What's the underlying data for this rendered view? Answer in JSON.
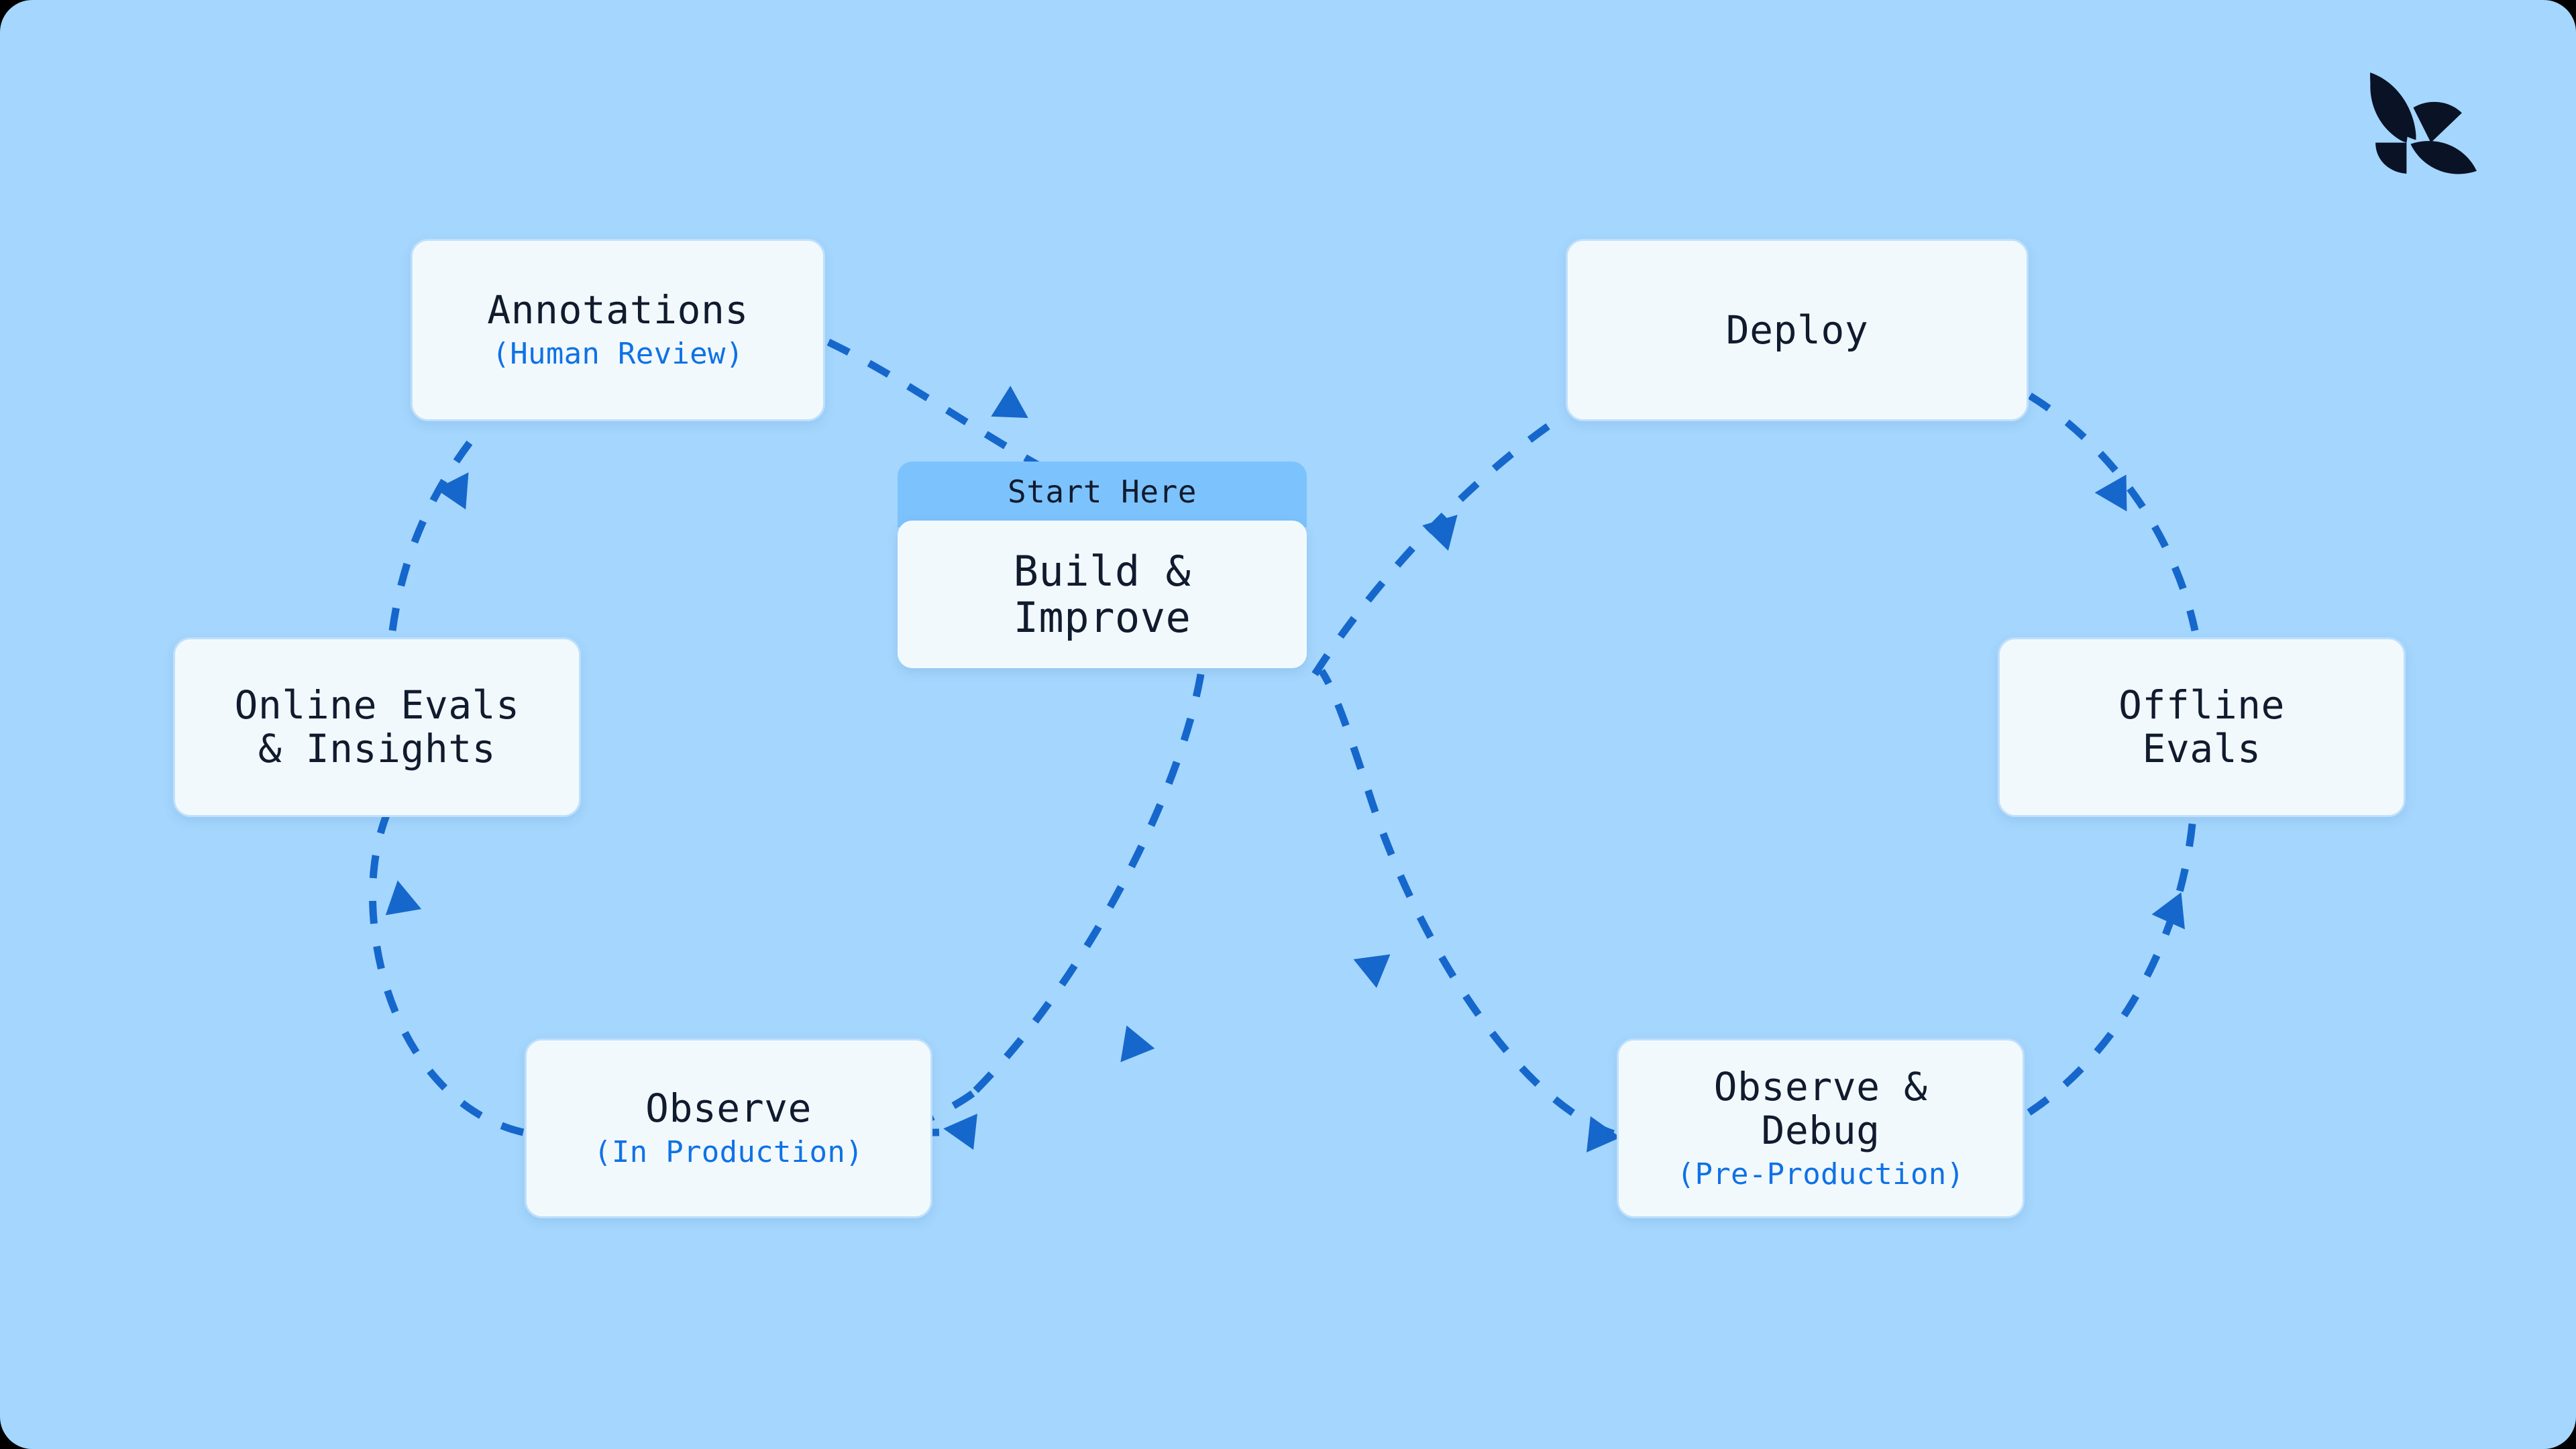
{
  "colors": {
    "canvas_background": "#a5d6fd",
    "card_fill": "#f2f9fd",
    "card_border": "#bfe0fb",
    "accent_blue": "#0f72e5",
    "arrow_blue": "#1667cc",
    "tab_blue": "#7cc3fd",
    "text_dark": "#111b2e",
    "logo_dark": "#0a1226"
  },
  "logo": {
    "name": "arize-phoenix-logo"
  },
  "start_here": {
    "label": "Start Here"
  },
  "nodes": {
    "build": {
      "title": "Build &\nImprove"
    },
    "annotations": {
      "title": "Annotations",
      "sub": "(Human Review)"
    },
    "online_evals": {
      "title": "Online Evals\n& Insights",
      "sub": ""
    },
    "observe_production": {
      "title": "Observe",
      "sub": "(In Production)"
    },
    "deploy": {
      "title": "Deploy",
      "sub": ""
    },
    "offline_evals": {
      "title": "Offline\nEvals",
      "sub": ""
    },
    "observe_debug": {
      "title": "Observe &\nDebug",
      "sub": "(Pre-Production)"
    }
  },
  "flow": {
    "description": "Infinity-loop lifecycle diagram with dashed arrows",
    "left_loop_order": [
      "Build & Improve",
      "Observe (In Production)",
      "Online Evals & Insights",
      "Annotations (Human Review)",
      "Build & Improve"
    ],
    "right_loop_order": [
      "Build & Improve",
      "Deploy",
      "Offline Evals",
      "Observe & Debug (Pre-Production)",
      "Build & Improve"
    ]
  }
}
